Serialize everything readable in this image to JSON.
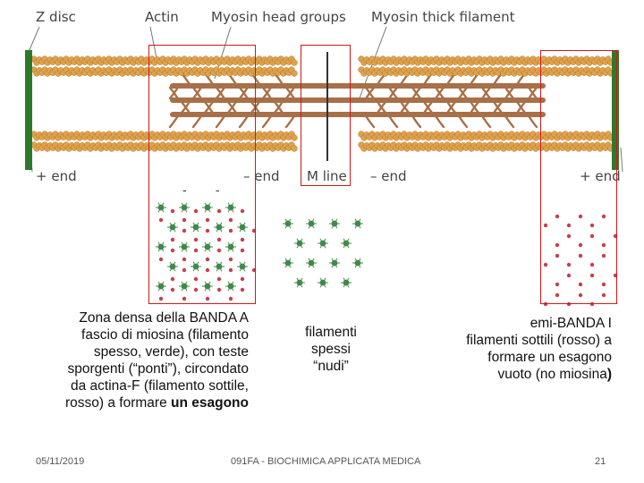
{
  "diagram": {
    "top_labels": {
      "z_disc": "Z disc",
      "actin": "Actin",
      "myosin_head_groups": "Myosin head groups",
      "myosin_thick_filament": "Myosin thick filament"
    },
    "bottom_labels": {
      "plus_end_left": "+ end",
      "minus_end_left": "– end",
      "m_line": "M line",
      "minus_end_right": "– end",
      "plus_end_right": "+ end"
    },
    "cross_section_marks": "- -",
    "colors": {
      "z_disc": "#2c7a2c",
      "actin": "#e0a14a",
      "myosin": "#a87048",
      "highlight_box": "#d0191b",
      "thick_filament_section": "#3f8a4a",
      "thin_filament_section": "#c4404e"
    }
  },
  "captions": {
    "left": {
      "line1": "Zona densa della BANDA A",
      "line2": "fascio di miosina (filamento",
      "line3": "spesso, verde), con teste",
      "line4": "sporgenti (“ponti”), circondato",
      "line5": "da actina-F (filamento sottile,",
      "line6_normal": "rosso) a formare ",
      "line6_bold": "un esagono"
    },
    "middle": {
      "line1": "filamenti",
      "line2": "spessi",
      "line3": "“nudi”"
    },
    "right": {
      "line1": "emi-BANDA I",
      "line2": "filamenti sottili (rosso) a",
      "line3": "formare un esagono",
      "line4": "vuoto (no miosina",
      "line4_bold": ")"
    }
  },
  "footer": {
    "date": "05/11/2019",
    "course": "091FA - BIOCHIMICA APPLICATA MEDICA",
    "page": "21"
  }
}
